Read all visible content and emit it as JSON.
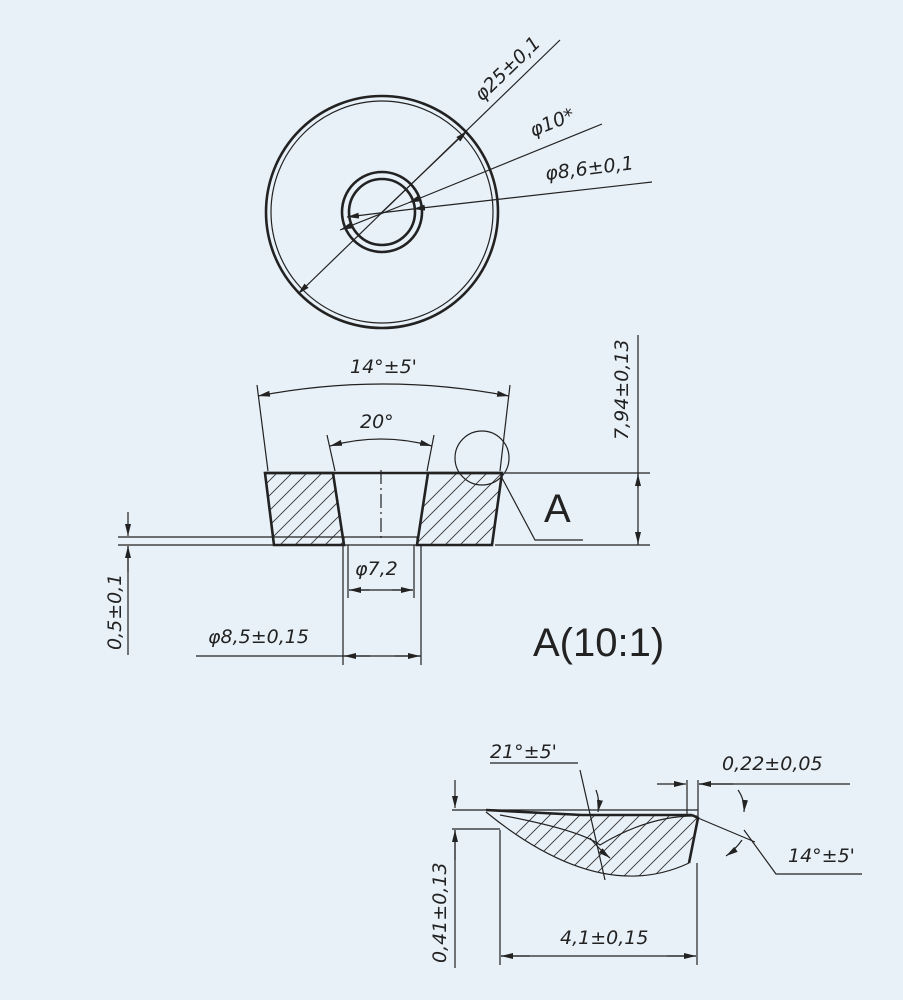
{
  "colors": {
    "background": "#e9f1f8",
    "ink": "#222222"
  },
  "top_view": {
    "dim_outer": "φ25±0,1",
    "dim_chamfer": "φ10*",
    "dim_bore": "φ8,6±0,1"
  },
  "section_view": {
    "dim_outer_angle": "14°±5'",
    "dim_inner_angle": "20°",
    "dim_height": "7,94±0,13",
    "detail_callout": "A",
    "dim_bore_bottom": "φ7,2",
    "dim_step": "0,5±0,1",
    "dim_bottom_diameter": "φ8,5±0,15"
  },
  "detail_view": {
    "title": "A(10:1)",
    "dim_angle_21": "21°±5'",
    "dim_width_022": "0,22±0,05",
    "dim_angle_14": "14°±5'",
    "dim_height_041": "0,41±0,13",
    "dim_width_41": "4,1±0,15"
  }
}
